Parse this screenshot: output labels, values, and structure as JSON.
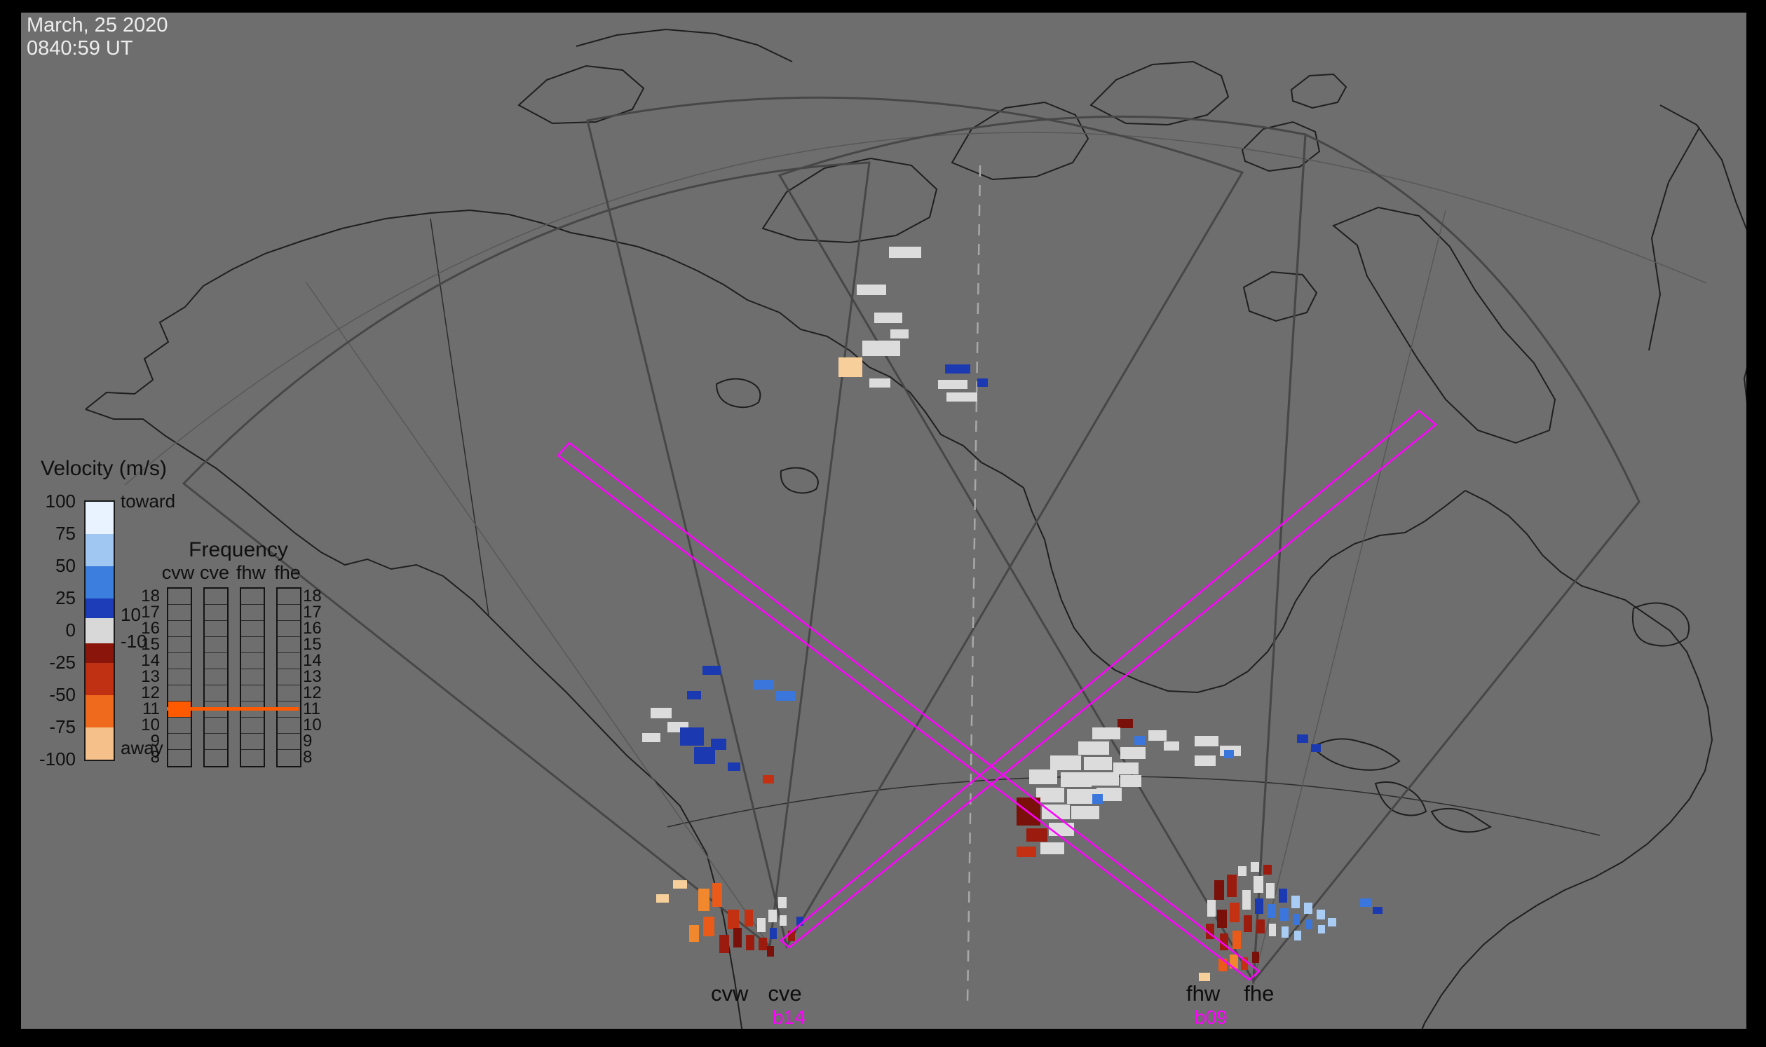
{
  "timestamp": {
    "date": "March, 25 2020",
    "time": "0840:59 UT"
  },
  "velocity_legend": {
    "title": "Velocity (m/s)",
    "toward": "toward",
    "away": "away",
    "pos_inner": "10",
    "neg_inner": "-10",
    "ticks": [
      100,
      75,
      50,
      25,
      0,
      -25,
      -50,
      -75,
      -100
    ],
    "boundaries": [
      100,
      75,
      50,
      25,
      10,
      -10,
      -25,
      -50,
      -75,
      -100
    ],
    "segment_colors": [
      "#e8f3ff",
      "#9fc7f2",
      "#3c7ede",
      "#1c3cb8",
      "#d8d8d8",
      "#8a150a",
      "#c03012",
      "#ef6a1c",
      "#f5c08a"
    ]
  },
  "frequency_panel": {
    "title": "Frequency",
    "columns": [
      "cvw",
      "cve",
      "fhw",
      "fhe"
    ],
    "rows": [
      18,
      17,
      16,
      15,
      14,
      13,
      12,
      11,
      10,
      9,
      8
    ],
    "active_row": 11,
    "active_color": "#ff5a00",
    "active_fill_columns": [
      "cvw"
    ]
  },
  "stations": [
    {
      "name_left": "cvw",
      "name_right": "cve",
      "beam_label": "b14"
    },
    {
      "name_left": "fhw",
      "name_right": "fhe",
      "beam_label": "b09"
    }
  ],
  "map": {
    "beam_color": "#ff00ff",
    "background": "#6e6e6e",
    "palette": {
      "w": "#dcdcdc",
      "b1": "#a9ccf4",
      "b2": "#3a76dc",
      "b3": "#1b3ab2",
      "r1": "#9b1c0e",
      "r2": "#c43012",
      "r3": "#ea5a18",
      "o1": "#f2882e",
      "o2": "#f6cf9b",
      "dr": "#7a100a"
    },
    "cells": [
      [
        1268,
        352,
        46,
        16,
        "w"
      ],
      [
        1222,
        406,
        42,
        15,
        "w"
      ],
      [
        1247,
        446,
        40,
        15,
        "w"
      ],
      [
        1270,
        470,
        26,
        13,
        "w"
      ],
      [
        1230,
        486,
        54,
        22,
        "w"
      ],
      [
        1196,
        510,
        34,
        28,
        "o2"
      ],
      [
        1240,
        540,
        30,
        13,
        "w"
      ],
      [
        1348,
        520,
        36,
        13,
        "b3"
      ],
      [
        1338,
        542,
        42,
        13,
        "w"
      ],
      [
        1350,
        560,
        44,
        13,
        "w"
      ],
      [
        1394,
        540,
        15,
        12,
        "b3"
      ],
      [
        1002,
        950,
        26,
        13,
        "b3"
      ],
      [
        980,
        986,
        20,
        12,
        "b3"
      ],
      [
        1074,
        970,
        30,
        14,
        "b2"
      ],
      [
        1106,
        986,
        28,
        14,
        "b2"
      ],
      [
        928,
        1010,
        30,
        15,
        "w"
      ],
      [
        952,
        1030,
        30,
        15,
        "w"
      ],
      [
        916,
        1046,
        26,
        13,
        "w"
      ],
      [
        970,
        1038,
        34,
        26,
        "b3"
      ],
      [
        990,
        1066,
        30,
        24,
        "b3"
      ],
      [
        1014,
        1054,
        22,
        16,
        "b3"
      ],
      [
        1038,
        1088,
        18,
        12,
        "b3"
      ],
      [
        1088,
        1106,
        16,
        12,
        "r2"
      ],
      [
        1594,
        1026,
        22,
        13,
        "dr"
      ],
      [
        1618,
        1050,
        16,
        13,
        "b2"
      ],
      [
        1558,
        1038,
        40,
        17,
        "w"
      ],
      [
        1638,
        1042,
        26,
        15,
        "w"
      ],
      [
        1660,
        1058,
        22,
        13,
        "w"
      ],
      [
        1598,
        1066,
        36,
        17,
        "w"
      ],
      [
        1538,
        1058,
        44,
        19,
        "w"
      ],
      [
        1498,
        1078,
        44,
        21,
        "w"
      ],
      [
        1546,
        1080,
        40,
        19,
        "w"
      ],
      [
        1588,
        1088,
        36,
        17,
        "w"
      ],
      [
        1468,
        1098,
        40,
        21,
        "w"
      ],
      [
        1513,
        1102,
        44,
        21,
        "w"
      ],
      [
        1556,
        1102,
        40,
        19,
        "w"
      ],
      [
        1598,
        1106,
        30,
        17,
        "w"
      ],
      [
        1478,
        1124,
        40,
        21,
        "w"
      ],
      [
        1522,
        1126,
        44,
        21,
        "w"
      ],
      [
        1564,
        1124,
        36,
        19,
        "w"
      ],
      [
        1558,
        1133,
        15,
        14,
        "b2"
      ],
      [
        1450,
        1138,
        34,
        40,
        "dr"
      ],
      [
        1486,
        1148,
        40,
        21,
        "w"
      ],
      [
        1528,
        1150,
        40,
        19,
        "w"
      ],
      [
        1464,
        1182,
        30,
        19,
        "r1"
      ],
      [
        1496,
        1174,
        36,
        19,
        "w"
      ],
      [
        1450,
        1208,
        28,
        15,
        "r2"
      ],
      [
        1484,
        1202,
        34,
        17,
        "w"
      ],
      [
        1704,
        1050,
        34,
        15,
        "w"
      ],
      [
        1740,
        1064,
        30,
        15,
        "w"
      ],
      [
        1746,
        1070,
        14,
        12,
        "b2"
      ],
      [
        1704,
        1078,
        30,
        15,
        "w"
      ],
      [
        1850,
        1048,
        16,
        12,
        "b3"
      ],
      [
        1870,
        1062,
        14,
        11,
        "b3"
      ],
      [
        960,
        1256,
        20,
        12,
        "o2"
      ],
      [
        936,
        1276,
        18,
        12,
        "o2"
      ],
      [
        996,
        1268,
        16,
        32,
        "o1"
      ],
      [
        1016,
        1260,
        14,
        34,
        "r3"
      ],
      [
        1038,
        1298,
        16,
        28,
        "r2"
      ],
      [
        1003,
        1308,
        16,
        28,
        "r3"
      ],
      [
        983,
        1320,
        14,
        24,
        "o1"
      ],
      [
        1026,
        1334,
        14,
        26,
        "r1"
      ],
      [
        1046,
        1324,
        12,
        28,
        "dr"
      ],
      [
        1062,
        1298,
        12,
        24,
        "r2"
      ],
      [
        1064,
        1334,
        12,
        22,
        "r1"
      ],
      [
        1080,
        1310,
        12,
        20,
        "w"
      ],
      [
        1082,
        1338,
        12,
        18,
        "r1"
      ],
      [
        1096,
        1298,
        12,
        18,
        "w"
      ],
      [
        1098,
        1324,
        10,
        16,
        "b3"
      ],
      [
        1110,
        1280,
        12,
        16,
        "w"
      ],
      [
        1112,
        1306,
        10,
        15,
        "w"
      ],
      [
        1124,
        1328,
        10,
        15,
        "r1"
      ],
      [
        1094,
        1350,
        10,
        15,
        "dr"
      ],
      [
        1136,
        1308,
        10,
        13,
        "b3"
      ],
      [
        1710,
        1388,
        16,
        12,
        "o2"
      ],
      [
        1732,
        1256,
        14,
        28,
        "dr"
      ],
      [
        1750,
        1248,
        14,
        32,
        "r1"
      ],
      [
        1754,
        1288,
        14,
        28,
        "r2"
      ],
      [
        1736,
        1298,
        14,
        26,
        "dr"
      ],
      [
        1740,
        1332,
        12,
        24,
        "r1"
      ],
      [
        1758,
        1328,
        12,
        26,
        "r3"
      ],
      [
        1772,
        1270,
        12,
        28,
        "w"
      ],
      [
        1774,
        1306,
        12,
        24,
        "r1"
      ],
      [
        1788,
        1250,
        14,
        24,
        "w"
      ],
      [
        1790,
        1282,
        12,
        22,
        "b3"
      ],
      [
        1792,
        1312,
        12,
        20,
        "r1"
      ],
      [
        1806,
        1260,
        12,
        22,
        "w"
      ],
      [
        1808,
        1290,
        12,
        20,
        "b2"
      ],
      [
        1810,
        1318,
        10,
        18,
        "w"
      ],
      [
        1824,
        1268,
        12,
        20,
        "b3"
      ],
      [
        1826,
        1296,
        12,
        18,
        "b2"
      ],
      [
        1828,
        1322,
        10,
        16,
        "b1"
      ],
      [
        1842,
        1278,
        12,
        18,
        "b1"
      ],
      [
        1844,
        1304,
        10,
        16,
        "b2"
      ],
      [
        1846,
        1328,
        10,
        14,
        "b1"
      ],
      [
        1860,
        1288,
        12,
        16,
        "b1"
      ],
      [
        1862,
        1312,
        10,
        14,
        "b2"
      ],
      [
        1878,
        1298,
        12,
        14,
        "b1"
      ],
      [
        1880,
        1320,
        10,
        12,
        "b1"
      ],
      [
        1894,
        1310,
        12,
        12,
        "b1"
      ],
      [
        1754,
        1362,
        12,
        20,
        "o1"
      ],
      [
        1738,
        1368,
        12,
        18,
        "r3"
      ],
      [
        1770,
        1366,
        10,
        18,
        "r2"
      ],
      [
        1786,
        1358,
        10,
        16,
        "dr"
      ],
      [
        1722,
        1284,
        12,
        24,
        "w"
      ],
      [
        1720,
        1318,
        12,
        22,
        "r1"
      ],
      [
        1766,
        1236,
        12,
        14,
        "w"
      ],
      [
        1784,
        1230,
        12,
        14,
        "w"
      ],
      [
        1802,
        1234,
        12,
        14,
        "r1"
      ],
      [
        1940,
        1282,
        16,
        12,
        "b2"
      ],
      [
        1958,
        1294,
        14,
        10,
        "b3"
      ]
    ]
  }
}
